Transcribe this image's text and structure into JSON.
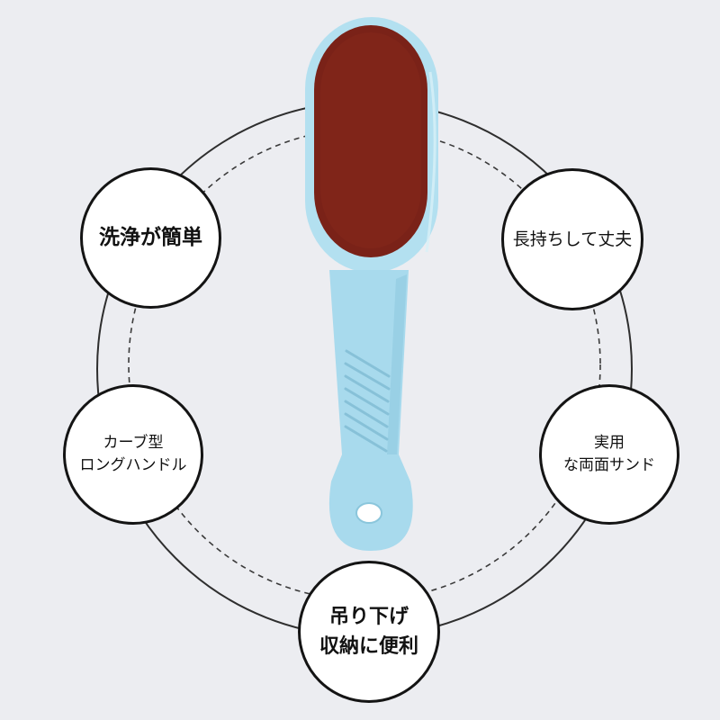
{
  "features": [
    {
      "lines": [
        "洗浄が簡単"
      ]
    },
    {
      "lines": [
        "長持ちして丈夫"
      ]
    },
    {
      "lines": [
        "カーブ型",
        "ロングハンドル"
      ]
    },
    {
      "lines": [
        "実用",
        "な両面サンド"
      ]
    },
    {
      "lines": [
        "吊り下げ",
        "収納に便利"
      ]
    }
  ],
  "colors": {
    "background": "#ecedf1",
    "file_surface": "#7a2218",
    "handle": "#a9dbee",
    "outline": "#141414"
  }
}
